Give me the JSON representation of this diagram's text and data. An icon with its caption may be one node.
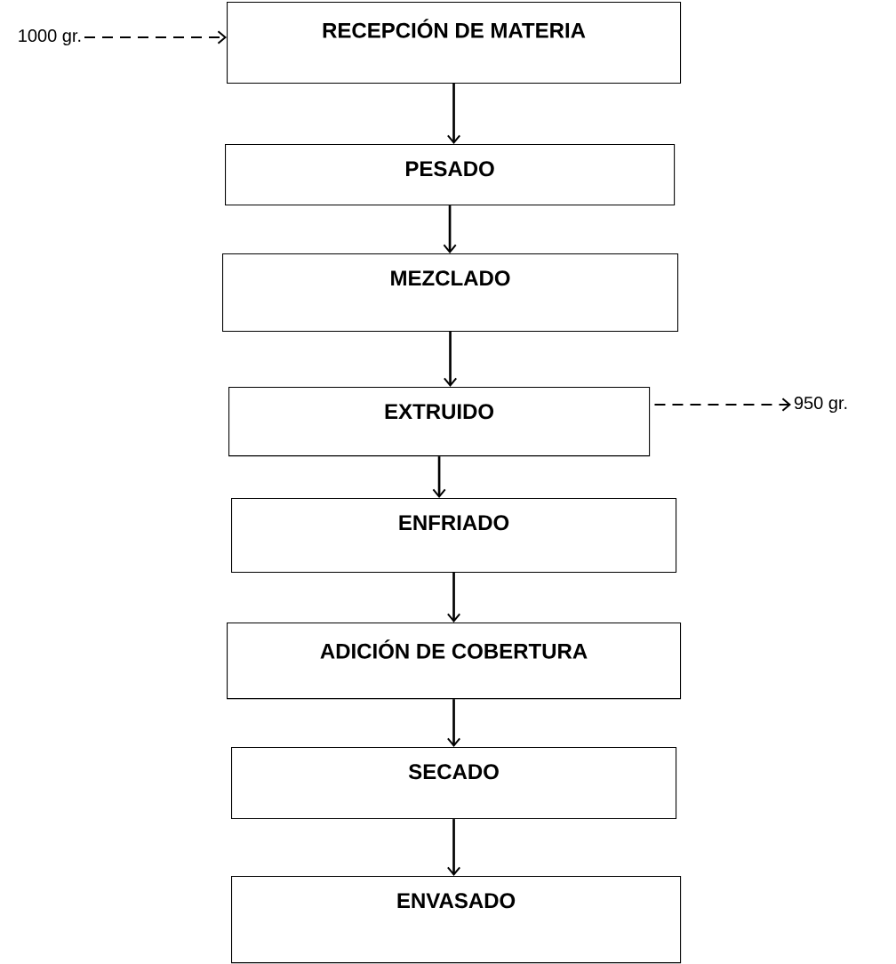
{
  "diagram": {
    "nodes": [
      {
        "text": [
          "1000 gr."
        ]
      },
      {
        "text": [
          "RECEPCIÓN DE MATERIA"
        ]
      },
      {
        "text": [
          "PESADO"
        ]
      },
      {
        "text": [
          "MEZCLADO"
        ]
      },
      {
        "text": [
          "EXTRUIDO"
        ]
      },
      {
        "text": [
          "ENFRIADO"
        ]
      },
      {
        "text": [
          "ADICIÓN DE COBERTURA"
        ]
      },
      {
        "text": [
          "SECADO"
        ]
      },
      {
        "text": [
          "ENVASADO"
        ]
      },
      {
        "text": [
          "950 gr."
        ]
      }
    ],
    "edges": [
      {
        "from": 0,
        "to": 1,
        "arrow": "to",
        "style": "dashed"
      },
      {
        "from": 1,
        "to": 2,
        "arrow": "to"
      },
      {
        "from": 2,
        "to": 3,
        "arrow": "to"
      },
      {
        "from": 3,
        "to": 4,
        "arrow": "to"
      },
      {
        "from": 4,
        "to": 5,
        "arrow": "to"
      },
      {
        "from": 5,
        "to": 6,
        "arrow": "to"
      },
      {
        "from": 6,
        "to": 7,
        "arrow": "to"
      },
      {
        "from": 7,
        "to": 8,
        "arrow": "to"
      },
      {
        "from": 4,
        "to": 9,
        "arrow": "to",
        "style": "dashed"
      }
    ]
  }
}
